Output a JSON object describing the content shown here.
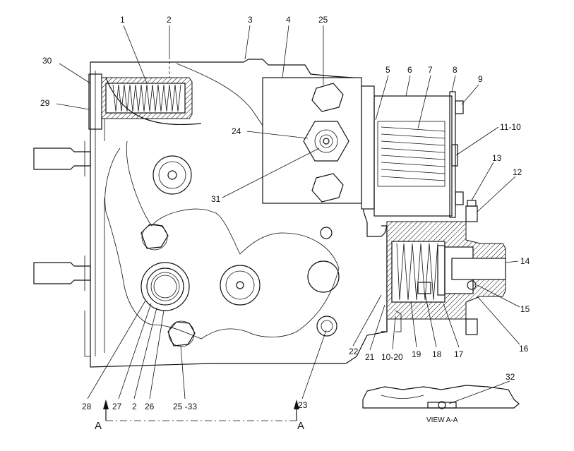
{
  "callouts": [
    {
      "id": "c1",
      "text": "1"
    },
    {
      "id": "c2",
      "text": "2"
    },
    {
      "id": "c3",
      "text": "3"
    },
    {
      "id": "c4",
      "text": "4"
    },
    {
      "id": "c25t",
      "text": "25"
    },
    {
      "id": "c5",
      "text": "5"
    },
    {
      "id": "c6",
      "text": "6"
    },
    {
      "id": "c7",
      "text": "7"
    },
    {
      "id": "c8",
      "text": "8"
    },
    {
      "id": "c9",
      "text": "9"
    },
    {
      "id": "c30",
      "text": "30"
    },
    {
      "id": "c29",
      "text": "29"
    },
    {
      "id": "c24",
      "text": "24"
    },
    {
      "id": "c1110",
      "text": "11-10"
    },
    {
      "id": "c31",
      "text": "31"
    },
    {
      "id": "c13",
      "text": "13"
    },
    {
      "id": "c12",
      "text": "12"
    },
    {
      "id": "c14",
      "text": "14"
    },
    {
      "id": "c15",
      "text": "15"
    },
    {
      "id": "c16",
      "text": "16"
    },
    {
      "id": "c17",
      "text": "17"
    },
    {
      "id": "c18",
      "text": "18"
    },
    {
      "id": "c19",
      "text": "19"
    },
    {
      "id": "c1020",
      "text": "10-20"
    },
    {
      "id": "c21",
      "text": "21"
    },
    {
      "id": "c22",
      "text": "22"
    },
    {
      "id": "c23",
      "text": "23"
    },
    {
      "id": "c28",
      "text": "28"
    },
    {
      "id": "c27",
      "text": "27"
    },
    {
      "id": "c2b",
      "text": "2"
    },
    {
      "id": "c26",
      "text": "26"
    },
    {
      "id": "c2533",
      "text": "25 -33"
    },
    {
      "id": "c32",
      "text": "32"
    }
  ],
  "section_marks": {
    "left": "A",
    "right": "A"
  },
  "view_label": "VIEW A-A"
}
